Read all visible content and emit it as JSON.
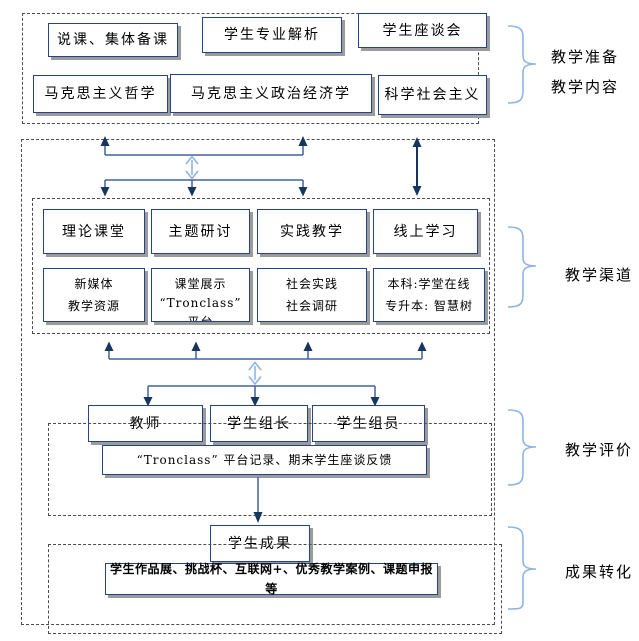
{
  "colors": {
    "box_border": "#26428B",
    "arrow_dark": "#17365D",
    "arrow_stem": "#44619D",
    "light_blue": "#8EB4E3",
    "dash": "#4c4c4c",
    "shadow": "#9b9b9b"
  },
  "prep": {
    "row1": [
      "说课、集体备课",
      "学生专业解析",
      "学生座谈会"
    ],
    "row2": [
      "马克思主义哲学",
      "马克思主义政治经济学",
      "科学社会主义"
    ],
    "labels": [
      "教学准备",
      "教学内容"
    ]
  },
  "channel": {
    "row1": [
      "理论课堂",
      "主题研讨",
      "实践教学",
      "线上学习"
    ],
    "row2": [
      "新媒体\n教学资源",
      "课堂展示\n“Tronclass”\n平台",
      "社会实践\n社会调研",
      "本科:学堂在线\n专升本: 智慧树"
    ],
    "label": "教学渠道"
  },
  "evaluation": {
    "roles": [
      "教师",
      "学生组长",
      "学生组员"
    ],
    "record": "“Tronclass” 平台记录、期末学生座谈反馈",
    "label": "教学评价"
  },
  "outcome": {
    "node": "学生成果",
    "items": "学生作品展、挑战杯、互联网+、优秀教学案例、课题申报等",
    "label": "成果转化"
  }
}
